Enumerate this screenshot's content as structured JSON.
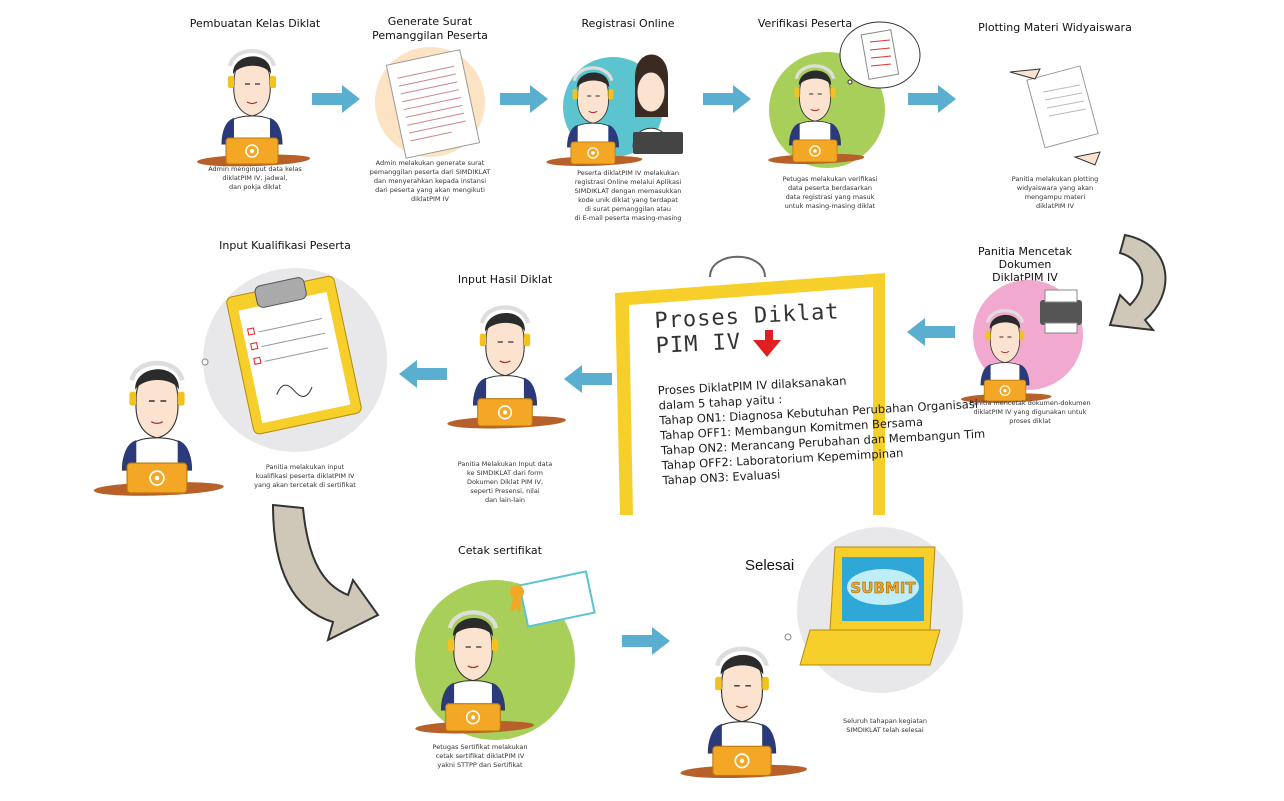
{
  "steps": {
    "s1": {
      "title": "Pembuatan Kelas Diklat",
      "caption": "Admin menginput data kelas\ndiklatPIM IV, jadwal,\ndan pokja diklat"
    },
    "s2": {
      "title": "Generate Surat\nPemanggilan Peserta",
      "caption": "Admin melakukan generate surat\npemanggilan peserta dari SIMDIKLAT\ndan menyerahkan kepada instansi\ndari peserta yang akan mengikuti\ndiklatPIM IV"
    },
    "s3": {
      "title": "Registrasi Online",
      "caption": "Peserta diklatPIM IV melakukan\nregistrasi Online melalui Aplikasi\nSIMDIKLAT dengan memasukkan\nkode unik diklat yang terdapat\ndi surat pemanggilan atau\ndi E-mail peserta masing-masing"
    },
    "s4": {
      "title": "Verifikasi Peserta",
      "caption": "Petugas melakukan verifikasi\ndata peserta berdasarkan\ndata registrasi yang masuk\nuntuk masing-masing diklat"
    },
    "s5": {
      "title": "Plotting Materi Widyaiswara",
      "caption": "Panitia melakukan plotting\nwidyaiswara yang akan\nmengampu materi\ndiklatPIM IV"
    },
    "s6": {
      "title": "Panitia Mencetak Dokumen\nDiklatPIM IV",
      "caption": "Panitia mencetak dokumen-dokumen\ndiklatPIM IV yang digunakan untuk\nproses diklat"
    },
    "s7": {
      "title": "Input Hasil Diklat",
      "caption": "Panitia Melakukan Input data\nke SIMDIKLAT dari form\nDokumen Diklat PIM IV,\nseperti Presensi, nilai\ndan lain-lain"
    },
    "s8": {
      "title": "Input Kualifikasi Peserta",
      "caption": "Panitia melakukan input\nkualifikasi peserta diklatPIM IV\nyang akan tercetak di sertifikat"
    },
    "s9": {
      "title": "Cetak sertifikat",
      "caption": "Petugas Sertifikat melakukan\ncetak sertifikat diklatPIM IV\nyakni STTPP dan Sertifikat"
    },
    "s10": {
      "title": "Selesai",
      "caption": "Seluruh tahapan kegiatan\nSIMDIKLAT telah selesai"
    }
  },
  "board": {
    "title": "Proses Diklat PIM IV",
    "lines": [
      "Proses DiklatPIM IV dilaksanakan",
      "dalam 5 tahap yaitu :",
      "Tahap ON1: Diagnosa Kebutuhan Perubahan Organisasi",
      "Tahap OFF1: Membangun Komitmen Bersama",
      "Tahap ON2: Merancang Perubahan dan Membangun Tim",
      "Tahap OFF2: Laboratorium Kepemimpinan",
      "Tahap ON3: Evaluasi"
    ]
  },
  "screen_text": "SUBMIT",
  "colors": {
    "arrow": "#5aaed0",
    "laptop": "#f4a724",
    "green": "#a8cf5a",
    "pink": "#f2a9cf",
    "teal": "#5bc4cf",
    "grey": "#e8e8ea",
    "board_yellow": "#f7cf2a"
  }
}
